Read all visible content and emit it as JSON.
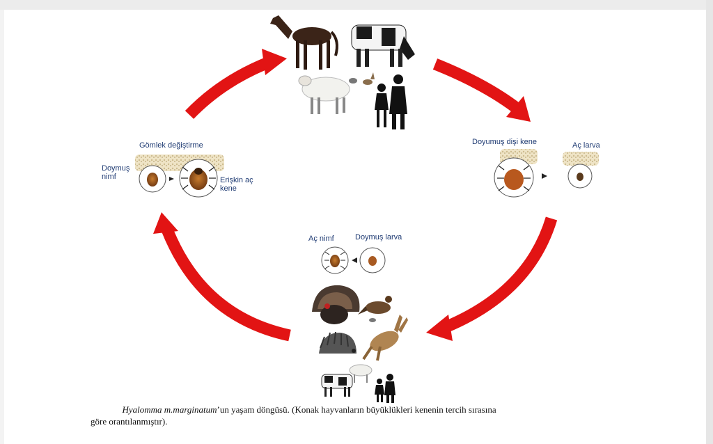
{
  "labels": {
    "gomlek": "Gömlek değiştirme",
    "doymus_nimf_1": "Doymuş",
    "doymus_nimf_2": "nimf",
    "eriskin_1": "Erişkin aç",
    "eriskin_2": "kene",
    "doymus_disi": "Doyumuş dişi kene",
    "ac_larva": "Aç larva",
    "ac_nimf": "Aç nimf",
    "doymus_larva": "Doymuş larva"
  },
  "caption": {
    "species": "Hyalomma m.marginatum",
    "text_1": "’un yaşam döngüsü. (Konak hayvanların büyüklükleri kenenin tercih sırasına",
    "text_2": "göre orantılanmıştır)."
  },
  "colors": {
    "arrow": "#e21414",
    "label": "#1f3b73"
  },
  "icons": [
    "horse-icon",
    "cow-icon",
    "sheep-icon",
    "rabbit-icon",
    "people-icon",
    "tick-icon",
    "turkey-icon",
    "bird-icon",
    "hedgehog-icon",
    "hare-icon"
  ]
}
